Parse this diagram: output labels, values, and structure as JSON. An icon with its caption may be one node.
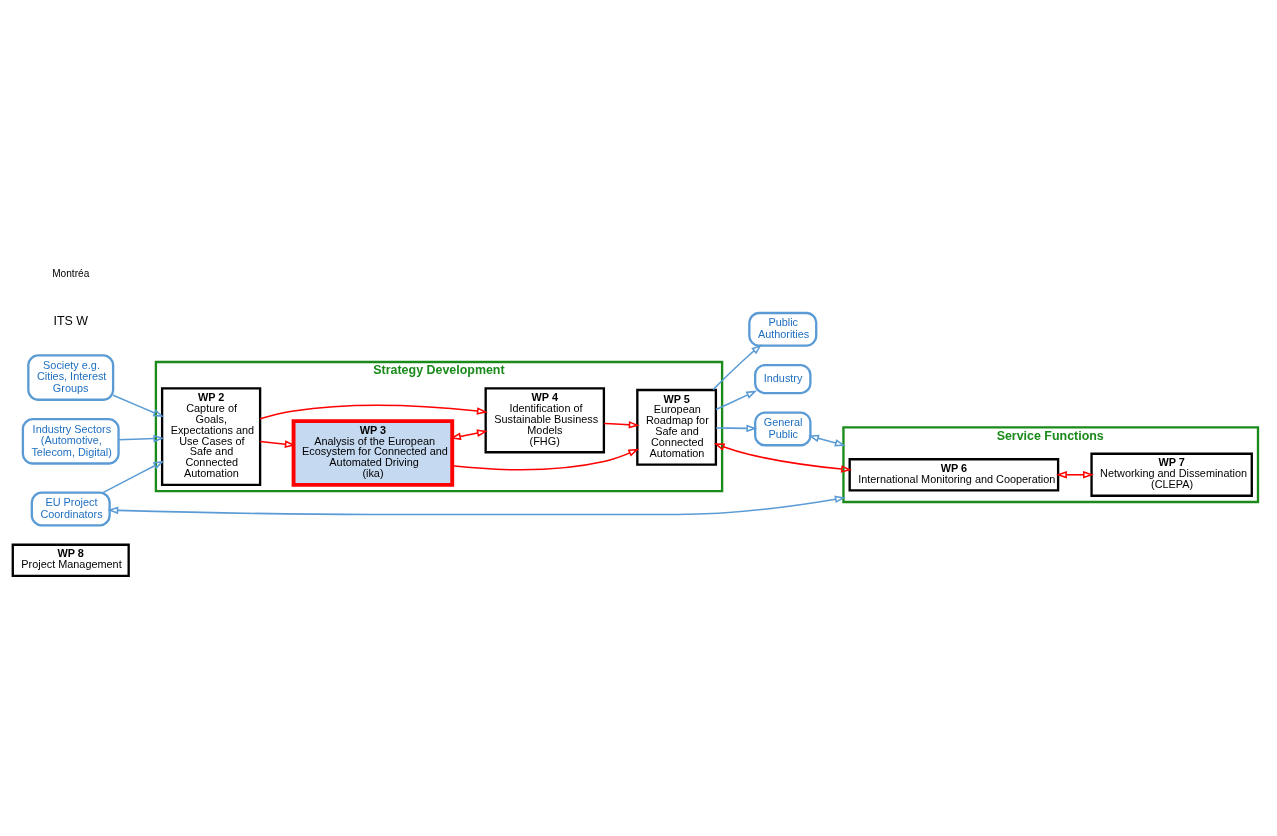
{
  "diagram": {
    "nodes": [
      {
        "text": [
          "WP 8",
          "Project Management"
        ]
      },
      {
        "text": [
          "Strategy Development"
        ]
      },
      {
        "text": [
          "WP 2",
          "Capture of Goals, Expectations and Use Cases of Safe and Connected Automation"
        ],
        "in": 1
      },
      {
        "text": [
          "WP 3",
          "Analysis of the European Ecosystem for Connected and Automated Driving",
          "(ika)"
        ],
        "in": 1
      },
      {
        "text": [
          "WP 5",
          "European Roadmap for Safe and Connected Automation"
        ],
        "in": 1
      },
      {
        "text": [
          "WP 4",
          "Identification of Sustainable Business Models",
          "(FHG)"
        ],
        "in": 1
      },
      {
        "text": [
          "Society e.g. Cities, Interest Groups"
        ]
      },
      {
        "text": [
          "Industry Sectors (Automotive, Telecom, Digital)"
        ]
      },
      {
        "text": [
          "EU Project Coordinators"
        ]
      },
      {
        "text": [
          "Public Authorities"
        ]
      },
      {
        "text": [
          "Industry"
        ]
      },
      {
        "text": [
          "General Public"
        ]
      },
      {
        "text": [
          "Service Functions"
        ]
      },
      {
        "text": [
          "WP 6",
          "International Monitoring and Cooperation"
        ],
        "in": 12
      },
      {
        "text": [
          "WP 7",
          "Networking and Dissemination",
          "(CLEPA)"
        ],
        "in": 12
      }
    ],
    "edges": [
      {
        "from": 6,
        "to": 2,
        "arrow": "to"
      },
      {
        "from": 7,
        "to": 2,
        "arrow": "to"
      },
      {
        "from": 8,
        "to": 2,
        "arrow": "to"
      },
      {
        "from": 2,
        "to": 3,
        "arrow": "to",
        "color": "#ff0000"
      },
      {
        "from": 2,
        "to": 5,
        "arrow": "to",
        "color": "#ff0000"
      },
      {
        "from": 3,
        "to": 4,
        "arrow": "to",
        "color": "#ff0000"
      },
      {
        "from": 5,
        "to": 4,
        "arrow": "to",
        "color": "#ff0000"
      },
      {
        "from": 3,
        "to": 5,
        "arrow": "both",
        "color": "#ff0000"
      },
      {
        "from": 4,
        "to": 9,
        "arrow": "to"
      },
      {
        "from": 4,
        "to": 10,
        "arrow": "to"
      },
      {
        "from": 4,
        "to": 11,
        "arrow": "to"
      },
      {
        "from": 4,
        "to": 13,
        "arrow": "both",
        "color": "#ff0000"
      },
      {
        "from": 13,
        "to": 14,
        "arrow": "both",
        "color": "#ff0000"
      },
      {
        "from": 8,
        "to": 12,
        "arrow": "both"
      },
      {
        "from": 11,
        "to": 12,
        "arrow": "both"
      }
    ],
    "labels": [
      "ITS W",
      "Montréa"
    ]
  }
}
